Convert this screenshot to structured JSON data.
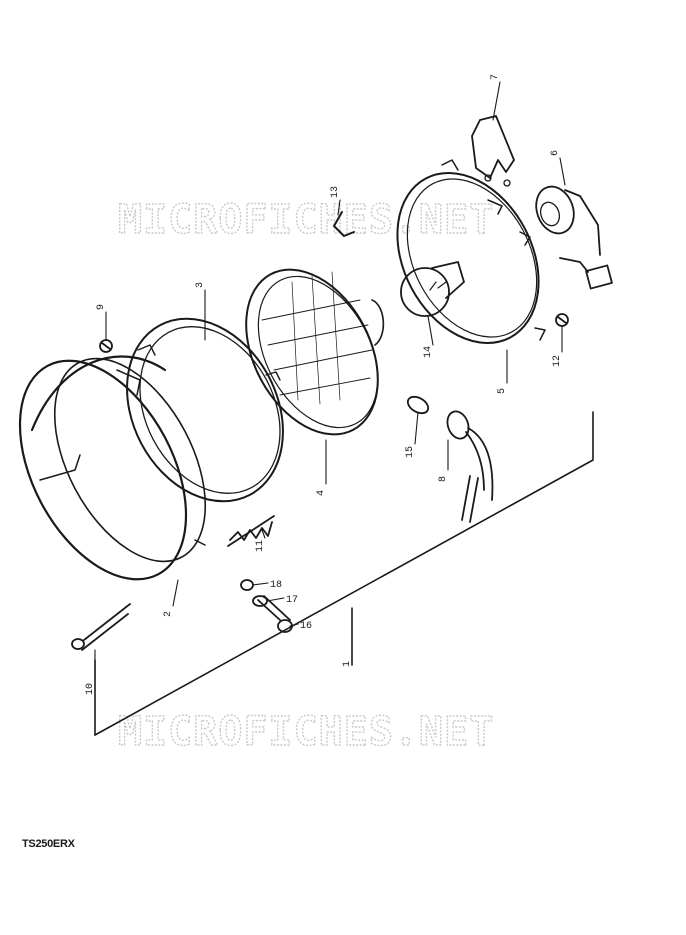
{
  "diagram": {
    "model_code": "TS250ERX",
    "watermark_text": "MICROFICHES.NET",
    "ink_color": "#1a1a1a",
    "watermark_color": "#c9c9c9",
    "callouts": {
      "p1": "1",
      "p2": "2",
      "p3": "3",
      "p4": "4",
      "p5": "5",
      "p6": "6",
      "p7": "7",
      "p8": "8",
      "p9": "9",
      "p10": "10",
      "p11": "11",
      "p12": "12",
      "p13": "13",
      "p14": "14",
      "p15": "15",
      "p16": "16",
      "p17": "17",
      "p18": "18"
    }
  }
}
